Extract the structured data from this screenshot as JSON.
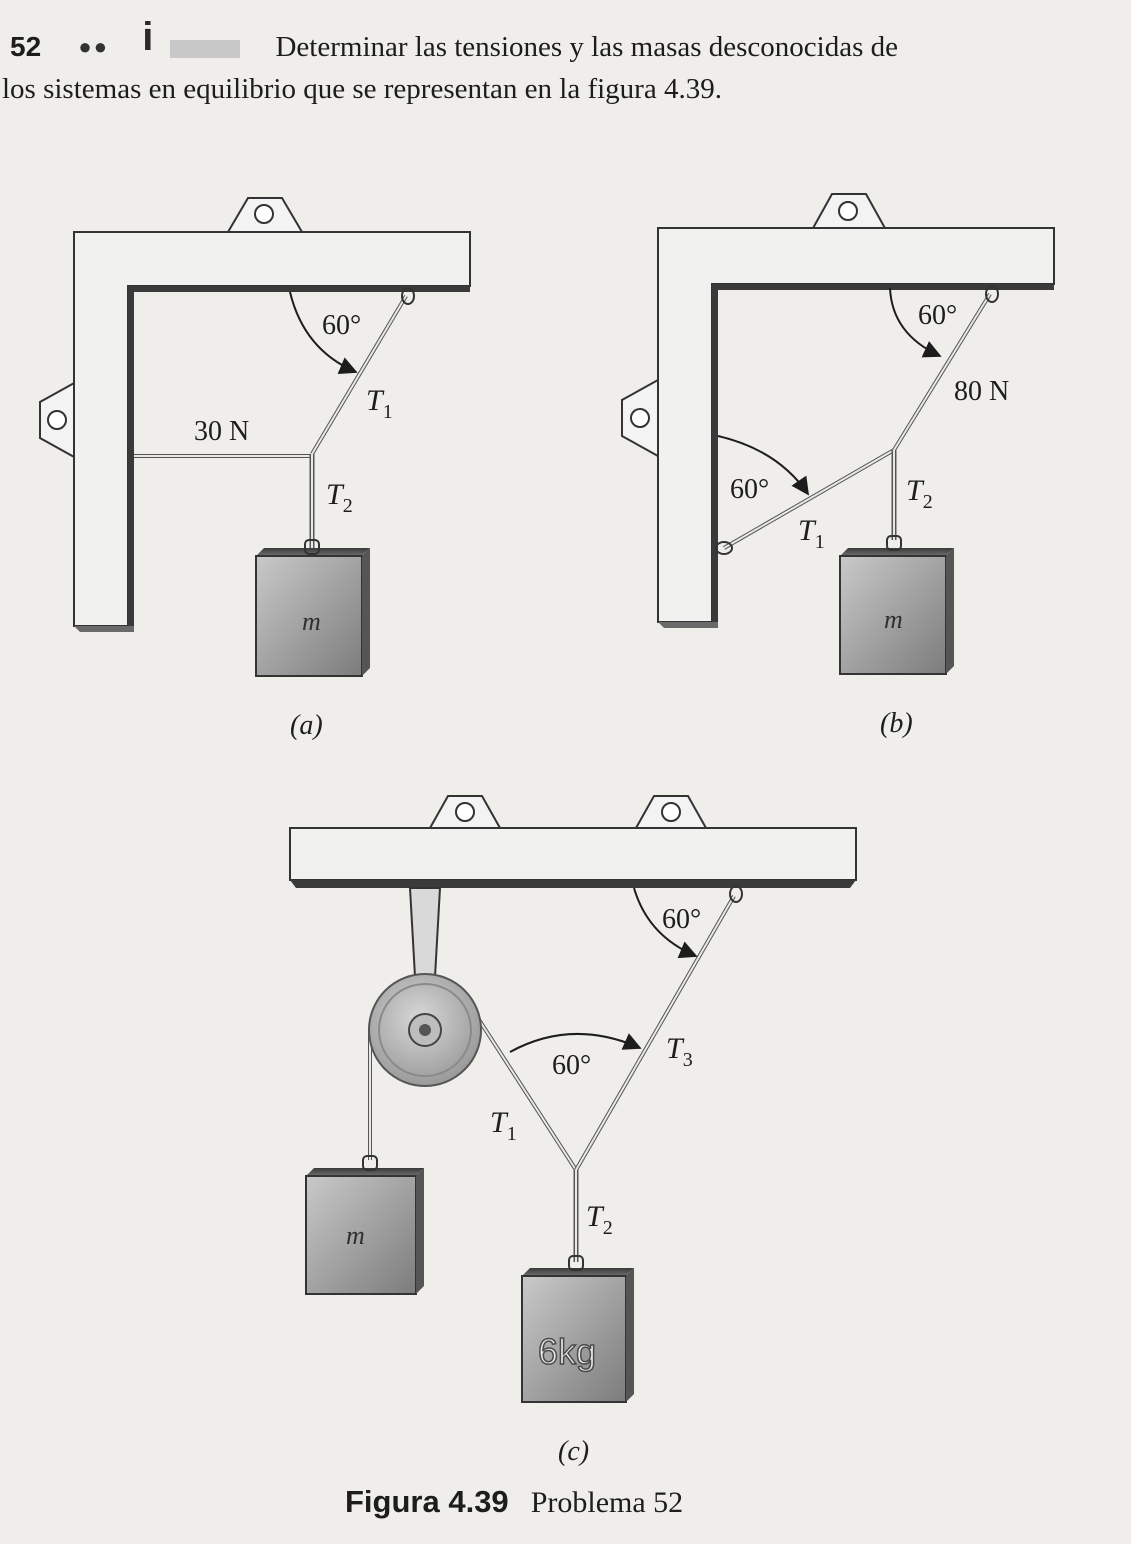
{
  "problem": {
    "number": "52",
    "difficulty": "●●",
    "icon": "i",
    "text_line1": "Determinar las tensiones y las masas desconocidas de",
    "text_line2": "los sistemas en equilibrio que se representan en la figura 4.39."
  },
  "diagram_a": {
    "angle": "60°",
    "tension1": "T",
    "tension1_sub": "1",
    "tension2": "T",
    "tension2_sub": "2",
    "force": "30 N",
    "mass": "m",
    "caption": "(a)"
  },
  "diagram_b": {
    "angle_top": "60°",
    "angle_left": "60°",
    "force": "80 N",
    "tension1": "T",
    "tension1_sub": "1",
    "tension2": "T",
    "tension2_sub": "2",
    "mass": "m",
    "caption": "(b)"
  },
  "diagram_c": {
    "angle_top": "60°",
    "angle_mid": "60°",
    "tension1": "T",
    "tension1_sub": "1",
    "tension2": "T",
    "tension2_sub": "2",
    "tension3": "T",
    "tension3_sub": "3",
    "mass_left": "m",
    "mass_right": "6kg",
    "caption": "(c)"
  },
  "figure": {
    "label": "Figura 4.39",
    "problem": "Problema 52"
  }
}
